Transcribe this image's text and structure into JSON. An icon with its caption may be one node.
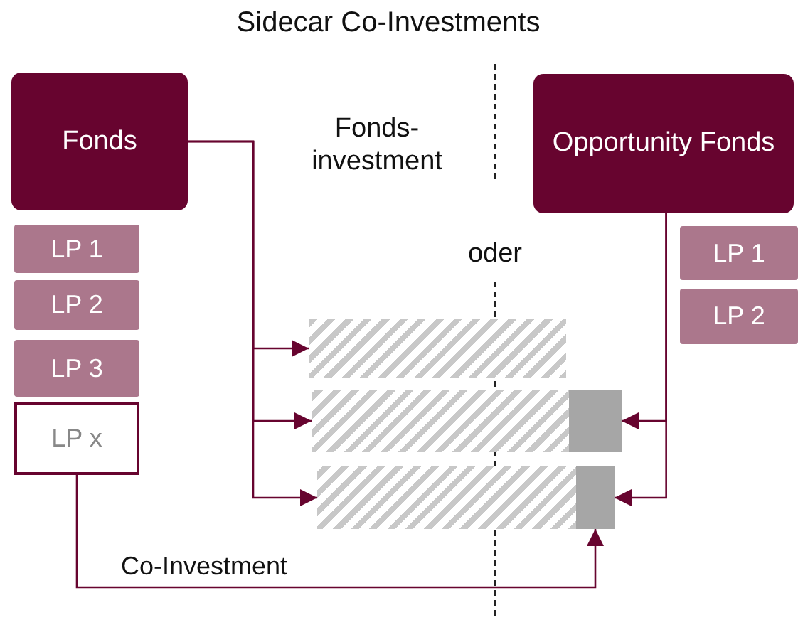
{
  "diagram": {
    "title": "Sidecar Co-Investments",
    "nodes": [
      {
        "text": [
          "Fonds"
        ]
      },
      {
        "text": [
          "LP 1"
        ]
      },
      {
        "text": [
          "LP 2"
        ]
      },
      {
        "text": [
          "LP 3"
        ]
      },
      {
        "text": [
          "LP x"
        ]
      },
      {
        "text": [
          "Opportunity Fonds"
        ]
      },
      {
        "text": [
          "LP 1"
        ]
      },
      {
        "text": [
          "LP 2"
        ]
      },
      {
        "text": [],
        "shape": "bar"
      },
      {
        "text": [],
        "shape": "bar"
      },
      {
        "text": [],
        "shape": "box"
      },
      {
        "text": [],
        "shape": "bar"
      },
      {
        "text": [],
        "shape": "box"
      }
    ],
    "edges": [
      {
        "from": 0,
        "to": 8,
        "arrow": "to"
      },
      {
        "from": 0,
        "to": 9,
        "arrow": "to"
      },
      {
        "from": 0,
        "to": 11,
        "arrow": "to"
      },
      {
        "from": 5,
        "to": 10,
        "arrow": "to"
      },
      {
        "from": 5,
        "to": 12,
        "arrow": "to"
      },
      {
        "from": 4,
        "to": 12,
        "arrow": "to",
        "label": "Co-Investment"
      }
    ],
    "labels": [
      "Fonds-investment",
      "oder"
    ]
  }
}
